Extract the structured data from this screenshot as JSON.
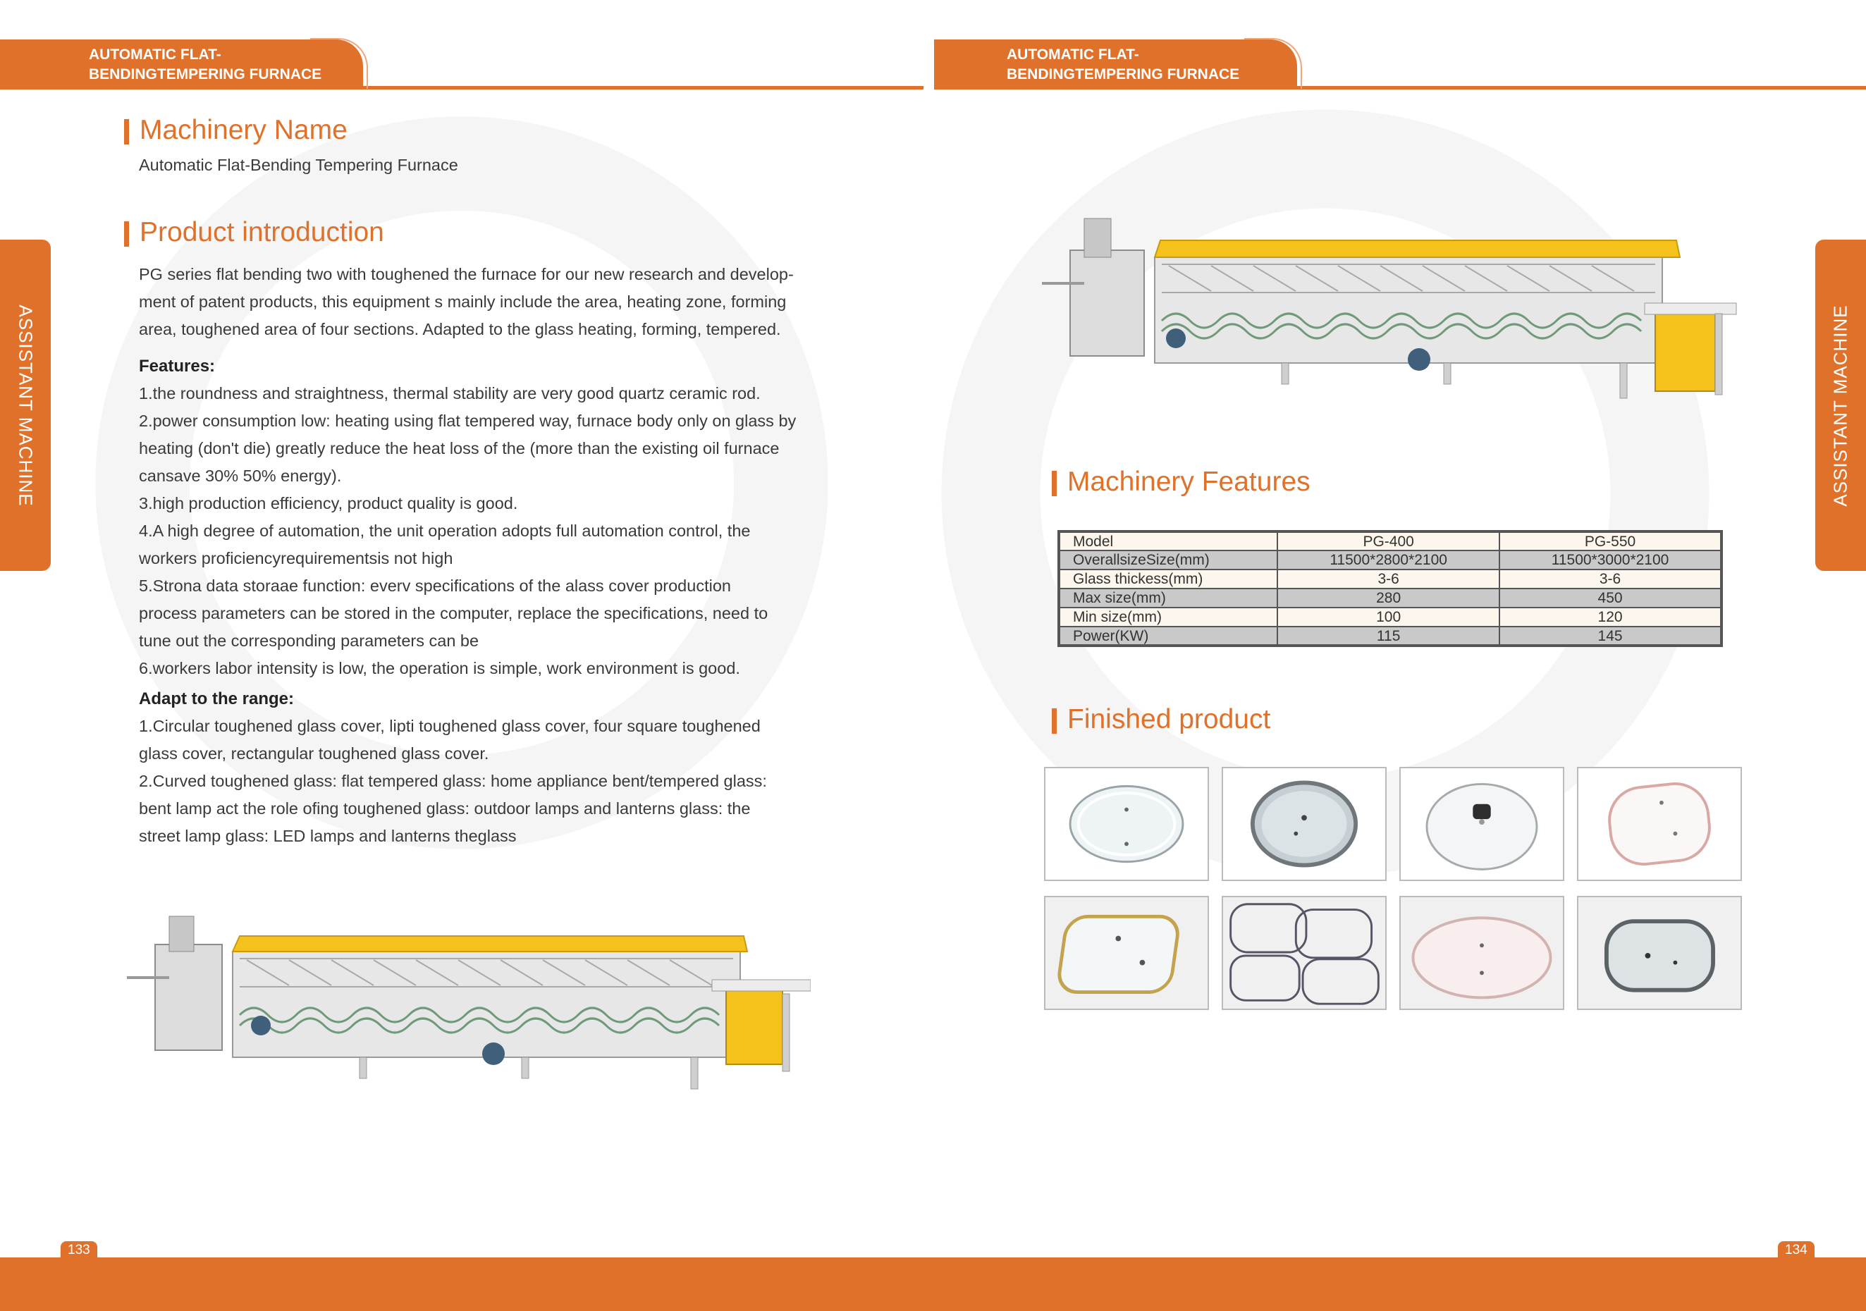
{
  "header": {
    "left_title_line1": "AUTOMATIC FLAT-",
    "left_title_line2": "BENDINGTEMPERING FURNACE",
    "right_title_line1": "AUTOMATIC FLAT-",
    "right_title_line2": "BENDINGTEMPERING FURNACE"
  },
  "side_tabs": {
    "left": "ASSISTANT MACHINE",
    "right": "ASSISTANT MACHINE"
  },
  "left_page": {
    "machinery_name_title": "Machinery Name",
    "machinery_name_value": "Automatic Flat-Bending Tempering Furnace",
    "intro_title": "Product introduction",
    "intro_lines": [
      "PG series flat bending two with toughened the furnace for our new research and develop-",
      "ment of patent products, this equipment s mainly include the area, heating zone, forming",
      "area, toughened area of four sections. Adapted to the glass heating, forming, tempered."
    ],
    "features_heading": "Features:",
    "features_lines": [
      "1.the roundness and straightness, thermal stability are very good quartz ceramic rod.",
      "2.power consumption low: heating using flat tempered way, furnace body only on glass by",
      "heating (don't die) greatly reduce the heat loss of the (more than the existing oil furnace",
      "cansave 30% 50% energy).",
      "3.high production efficiency, product quality is good.",
      "4.A high degree of automation, the unit operation adopts full automation control, the",
      "workers proficiencyrequirementsis not high",
      "5.Strona data storaae function: everv specifications of the alass cover production",
      "process parameters can be stored in the computer, replace the specifications, need to",
      "tune out the corresponding parameters can be",
      "6.workers labor intensity is low, the operation is simple, work environment is good."
    ],
    "range_heading": "Adapt to the range:",
    "range_lines": [
      "1.Circular toughened glass cover, lipti toughened glass cover, four square toughened",
      "glass cover, rectangular toughened glass cover.",
      "2.Curved toughened glass: flat tempered glass: home appliance bent/tempered glass:",
      "bent lamp act the role ofing toughened glass: outdoor lamps and lanterns glass: the",
      "street lamp glass: LED lamps and lanterns theglass"
    ],
    "page_number": "133"
  },
  "right_page": {
    "features_title": "Machinery Features",
    "table": {
      "header": [
        "Model",
        "PG-400",
        "PG-550"
      ],
      "rows": [
        [
          "OverallsizeSize(mm)",
          "11500*2800*2100",
          "11500*3000*2100"
        ],
        [
          "Glass thickess(mm)",
          "3-6",
          "3-6"
        ],
        [
          "Max size(mm)",
          "280",
          "450"
        ],
        [
          "Min size(mm)",
          "100",
          "120"
        ],
        [
          "Power(KW)",
          "115",
          "145"
        ]
      ]
    },
    "finished_title": "Finished  product",
    "products": [
      "round-glass-lid-icon",
      "round-steel-rim-lid-icon",
      "knob-glass-lid-icon",
      "rounded-square-lid-icon",
      "square-gold-rim-lid-icon",
      "stacked-lids-icon",
      "oval-glass-lid-icon",
      "square-steel-rim-lid-icon"
    ],
    "page_number": "134"
  },
  "colors": {
    "accent": "#e0712a",
    "machine_top": "#f5c21b",
    "table_alt_row": "#c9c9c9"
  }
}
